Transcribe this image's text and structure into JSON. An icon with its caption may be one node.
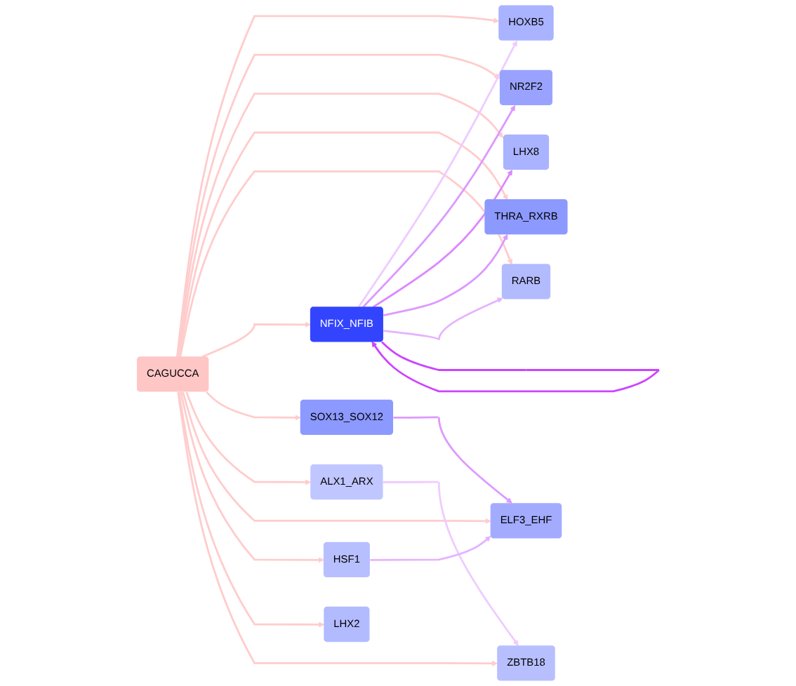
{
  "diagram": {
    "nodes": [
      {
        "text": [
          "HOXB5"
        ]
      },
      {
        "text": [
          "NR2F2"
        ]
      },
      {
        "text": [
          "LHX8"
        ]
      },
      {
        "text": [
          "THRA_RXRB"
        ]
      },
      {
        "text": [
          "RARB"
        ]
      },
      {
        "text": [
          "NFIX_NFIB"
        ]
      },
      {
        "text": [
          "CAGUCCA"
        ]
      },
      {
        "text": [
          "SOX13_SOX12"
        ]
      },
      {
        "text": [
          "ALX1_ARX"
        ]
      },
      {
        "text": [
          "ELF3_EHF"
        ]
      },
      {
        "text": [
          "HSF1"
        ]
      },
      {
        "text": [
          "LHX2"
        ]
      },
      {
        "text": [
          "ZBTB18"
        ]
      }
    ],
    "edges": [
      {
        "from": 6,
        "to": 0,
        "arrow": "to"
      },
      {
        "from": 6,
        "to": 1,
        "arrow": "to"
      },
      {
        "from": 6,
        "to": 2,
        "arrow": "to"
      },
      {
        "from": 6,
        "to": 3,
        "arrow": "to"
      },
      {
        "from": 6,
        "to": 4,
        "arrow": "to"
      },
      {
        "from": 6,
        "to": 5,
        "arrow": "to"
      },
      {
        "from": 6,
        "to": 7,
        "arrow": "to"
      },
      {
        "from": 6,
        "to": 8,
        "arrow": "to"
      },
      {
        "from": 6,
        "to": 9,
        "arrow": "to"
      },
      {
        "from": 6,
        "to": 10,
        "arrow": "to"
      },
      {
        "from": 6,
        "to": 11,
        "arrow": "to"
      },
      {
        "from": 6,
        "to": 12,
        "arrow": "to"
      },
      {
        "from": 5,
        "to": 0,
        "arrow": "to",
        "color": "#eeccff"
      },
      {
        "from": 5,
        "to": 1,
        "arrow": "to",
        "color": "#dd99ff"
      },
      {
        "from": 5,
        "to": 2,
        "arrow": "to",
        "color": "#dd88ff"
      },
      {
        "from": 5,
        "to": 3,
        "arrow": "to",
        "color": "#dd99ff"
      },
      {
        "from": 5,
        "to": 4,
        "arrow": "to",
        "color": "#e6b3ff"
      },
      {
        "from": 5,
        "to": 5,
        "arrow": "to",
        "color": "#cc44ff"
      },
      {
        "from": 7,
        "to": 9,
        "arrow": "to",
        "color": "#dd99ff"
      },
      {
        "from": 8,
        "to": 12,
        "arrow": "to",
        "color": "#eeccff"
      },
      {
        "from": 10,
        "to": 9,
        "arrow": "to",
        "color": "#e6b3ff"
      }
    ]
  }
}
